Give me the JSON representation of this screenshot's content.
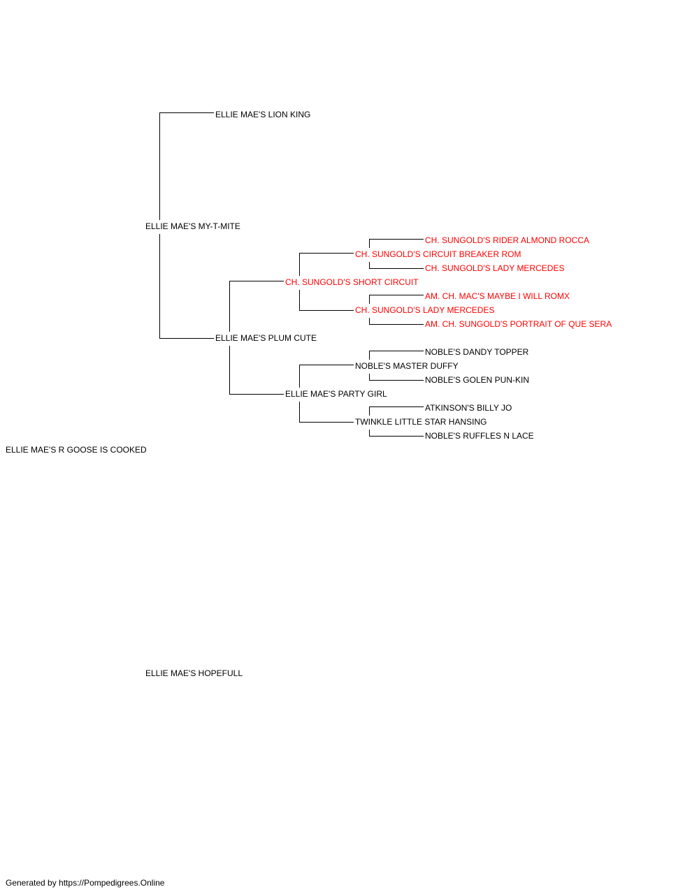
{
  "colors": {
    "text": "#000000",
    "champion": "#ff0000",
    "line": "#000000"
  },
  "pedigree": {
    "subject": {
      "name": "ELLIE MAE'S R GOOSE IS COOKED",
      "champion": false
    },
    "sire": {
      "name": "ELLIE MAE'S MY-T-MITE",
      "champion": false
    },
    "dam": {
      "name": "ELLIE MAE'S HOPEFULL",
      "champion": false
    },
    "sire_sire": {
      "name": "ELLIE MAE'S LION KING",
      "champion": false
    },
    "sire_dam": {
      "name": "ELLIE MAE'S PLUM CUTE",
      "champion": false
    },
    "sd_sire": {
      "name": "CH. SUNGOLD'S SHORT CIRCUIT",
      "champion": true
    },
    "sd_dam": {
      "name": "ELLIE MAE'S PARTY GIRL",
      "champion": false
    },
    "sds_sire": {
      "name": "CH. SUNGOLD'S CIRCUIT BREAKER ROM",
      "champion": true
    },
    "sds_dam": {
      "name": "CH. SUNGOLD'S LADY MERCEDES",
      "champion": true
    },
    "sdd_sire": {
      "name": "NOBLE'S MASTER DUFFY",
      "champion": false
    },
    "sdd_dam": {
      "name": "TWINKLE LITTLE STAR HANSING",
      "champion": false
    },
    "sdss_sire": {
      "name": "CH. SUNGOLD'S RIDER ALMOND ROCCA",
      "champion": true
    },
    "sdss_dam": {
      "name": "CH. SUNGOLD'S LADY MERCEDES",
      "champion": true
    },
    "sdsd_sire": {
      "name": "AM. CH. MAC'S MAYBE I WILL ROMX",
      "champion": true
    },
    "sdsd_dam": {
      "name": "AM. CH. SUNGOLD'S PORTRAIT OF QUE SERA",
      "champion": true
    },
    "sdds_sire": {
      "name": "NOBLE'S DANDY TOPPER",
      "champion": false
    },
    "sdds_dam": {
      "name": "NOBLE'S GOLEN PUN-KIN",
      "champion": false
    },
    "sddd_sire": {
      "name": "ATKINSON'S BILLY JO",
      "champion": false
    },
    "sddd_dam": {
      "name": "NOBLE'S RUFFLES N LACE",
      "champion": false
    }
  },
  "footer": {
    "text": "Generated by https://Pompedigrees.Online"
  }
}
